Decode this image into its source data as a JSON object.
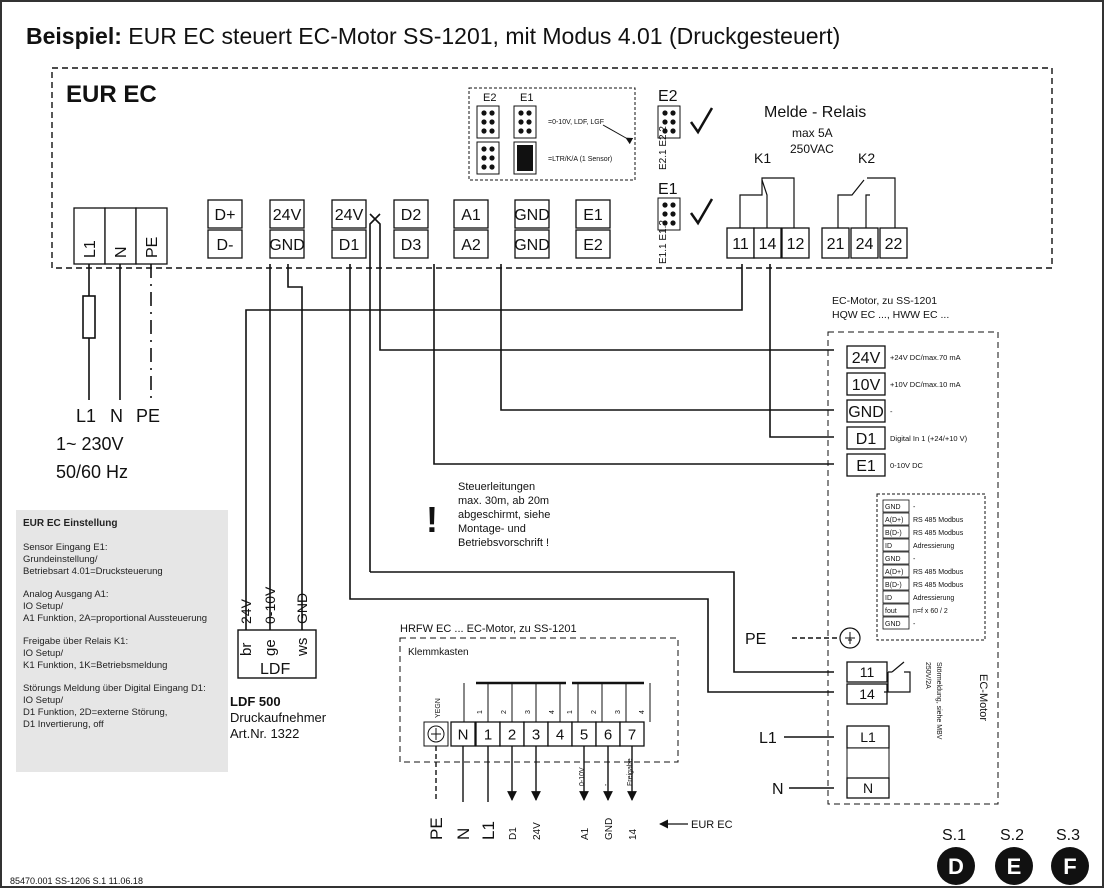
{
  "title": {
    "bold": "Beispiel:",
    "rest": " EUR EC steuert EC-Motor SS-1201, mit Modus 4.01 (Druckgesteuert)"
  },
  "eur_ec": {
    "label": "EUR EC",
    "jumper_legend": {
      "e2": "E2",
      "e1": "E1",
      "row1": "=0-10V, LDF, LGF",
      "row2": "=LTR/K/A (1 Sensor)"
    },
    "jumper_e2": {
      "label": "E2",
      "pins": "E2.1  E2.2"
    },
    "jumper_e1": {
      "label": "E1",
      "pins": "E1.1  E1.2"
    },
    "relay": {
      "title": "Melde - Relais",
      "spec1": "max 5A",
      "spec2": "250VAC",
      "k1": "K1",
      "k2": "K2"
    },
    "power_terms": [
      "L1",
      "N",
      "PE"
    ],
    "terms_top": [
      "D+",
      "24V",
      "24V",
      "D2",
      "A1",
      "GND",
      "E1"
    ],
    "terms_bot": [
      "D-",
      "GND",
      "D1",
      "D3",
      "A2",
      "GND",
      "E2"
    ],
    "relay_terms": [
      "11",
      "14",
      "12",
      "21",
      "24",
      "22"
    ]
  },
  "supply": {
    "terms": [
      "L1",
      "N",
      "PE"
    ],
    "line1": "1~ 230V",
    "line2": "50/60 Hz"
  },
  "settings": {
    "title": "EUR EC Einstellung",
    "blocks": [
      [
        "Sensor Eingang E1:",
        "Grundeinstellung/",
        "Betriebsart 4.01=Drucksteuerung"
      ],
      [
        "Analog Ausgang A1:",
        "IO Setup/",
        "A1 Funktion, 2A=proportional Aussteuerung"
      ],
      [
        "Freigabe über Relais K1:",
        "IO Setup/",
        "K1 Funktion, 1K=Betriebsmeldung"
      ],
      [
        "Störungs Meldung über Digital Eingang D1:",
        "IO Setup/",
        "D1 Funktion, 2D=externe Störung,",
        "D1 Invertierung, off"
      ]
    ]
  },
  "ldf": {
    "wires": [
      "24V",
      "0-10V",
      "GND"
    ],
    "pins": [
      "br",
      "ge",
      "ws"
    ],
    "name": "LDF",
    "model": "LDF 500",
    "desc": "Druckaufnehmer",
    "art": "Art.Nr. 1322"
  },
  "warning": {
    "icon": "exclamation-icon",
    "lines": [
      "Steuerleitungen",
      "max. 30m, ab 20m",
      "abgeschirmt, siehe",
      "Montage- und",
      "Betriebsvorschrift !"
    ]
  },
  "motor_right": {
    "heading1": "EC-Motor, zu SS-1201",
    "heading2": "HQW EC ..., HWW EC ...",
    "terms": [
      {
        "label": "24V",
        "desc": "+24V DC/max.70 mA"
      },
      {
        "label": "10V",
        "desc": "+10V DC/max.10 mA"
      },
      {
        "label": "GND",
        "desc": "-"
      },
      {
        "label": "D1",
        "desc": "Digital In 1 (+24/+10 V)"
      },
      {
        "label": "E1",
        "desc": "0-10V DC"
      }
    ],
    "modbus": [
      {
        "label": "GND",
        "desc": "-"
      },
      {
        "label": "A(D+)",
        "desc": "RS 485 Modbus"
      },
      {
        "label": "B(D-)",
        "desc": "RS 485 Modbus"
      },
      {
        "label": "ID",
        "desc": "Adressierung"
      },
      {
        "label": "GND",
        "desc": "-"
      },
      {
        "label": "A(D+)",
        "desc": "RS 485 Modbus"
      },
      {
        "label": "B(D-)",
        "desc": "RS 485 Modbus"
      },
      {
        "label": "ID",
        "desc": "Adressierung"
      },
      {
        "label": "fout",
        "desc": "n=f x 60 / 2"
      },
      {
        "label": "GND",
        "desc": "-"
      }
    ],
    "pe": "PE",
    "fault_terms": [
      "11",
      "14"
    ],
    "fault_note": "Störmeldung, siehe MBV",
    "fault_rating": "250V/2A",
    "motor_label": "EC-Motor",
    "power": [
      {
        "line": "L1",
        "term": "L1"
      },
      {
        "line": "N",
        "term": "N"
      }
    ]
  },
  "motor_bottom": {
    "heading": "HRFW EC ...   EC-Motor, zu SS-1201",
    "subheading": "Klemmkasten",
    "yegn": "YEGN",
    "terms": [
      "N",
      "1",
      "2",
      "3",
      "4",
      "5",
      "6",
      "7"
    ],
    "wire_nums_a": [
      "1",
      "2",
      "3",
      "4"
    ],
    "wire_nums_b": [
      "1",
      "2",
      "3",
      "4"
    ],
    "side_labels": [
      "0-10V",
      "-",
      "Freigabe"
    ],
    "bottom_left": [
      "PE",
      "N",
      "L1"
    ],
    "bottom_right": [
      "D1",
      "24V",
      "A1",
      "GND",
      "14"
    ],
    "eur_ref": "EUR EC"
  },
  "langs": [
    {
      "s": "S.1",
      "l": "D"
    },
    {
      "s": "S.2",
      "l": "E"
    },
    {
      "s": "S.3",
      "l": "F"
    }
  ],
  "footer": "85470.001   SS-1206 S.1   11.06.18"
}
